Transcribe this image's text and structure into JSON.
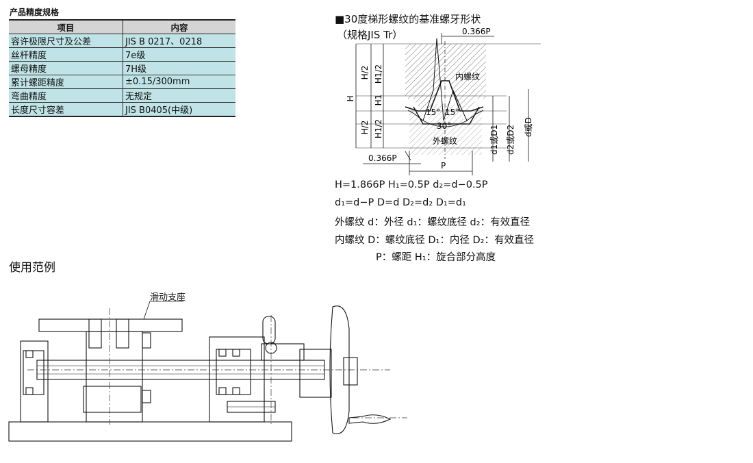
{
  "spec": {
    "title": "产品精度规格",
    "headers": [
      "项目",
      "内容"
    ],
    "rows": [
      [
        "容许极限尺寸及公差",
        "JIS B 0217、0218"
      ],
      [
        "丝杆精度",
        "7e级"
      ],
      [
        "螺母精度",
        "7H级"
      ],
      [
        "累计螺距精度",
        "±0.15/300mm"
      ],
      [
        "弯曲精度",
        "无规定"
      ],
      [
        "长度尺寸容差",
        "JIS B0405(中级)"
      ]
    ]
  },
  "thread": {
    "title": "■30度梯形螺纹的基准螺牙形状",
    "subtitle": "（规格JIS Tr）",
    "labels": {
      "top_pitch": "0.366P",
      "bottom_pitch": "0.366P",
      "pitch": "P",
      "h": "H",
      "h_half_upper": "H/2",
      "h_half_lower": "H/2",
      "h1_half_upper": "H1/2",
      "h1_half_lower": "H1/2",
      "h1": "H1",
      "internal": "内螺纹",
      "external": "外螺纹",
      "angle_half_left": "15°",
      "angle_half_right": "15°",
      "angle_full": "30°",
      "d1_d1": "d1或D1",
      "d2_d2": "d2或D2",
      "d_d": "d或D"
    },
    "formulas": [
      "H=1.866P H₁=0.5P d₂=d−0.5P",
      "d₁=d−P D=d D₂=d₂ D₁=d₁",
      "外螺纹 d：外径 d₁：螺纹底径 d₂：有效直径",
      "内螺纹 D：螺纹底径 D₁：内径 D₂：有效直径",
      "P：螺距 H₁：旋合部分高度"
    ]
  },
  "usage": {
    "title": "使用范例",
    "label": "滑动支座"
  }
}
